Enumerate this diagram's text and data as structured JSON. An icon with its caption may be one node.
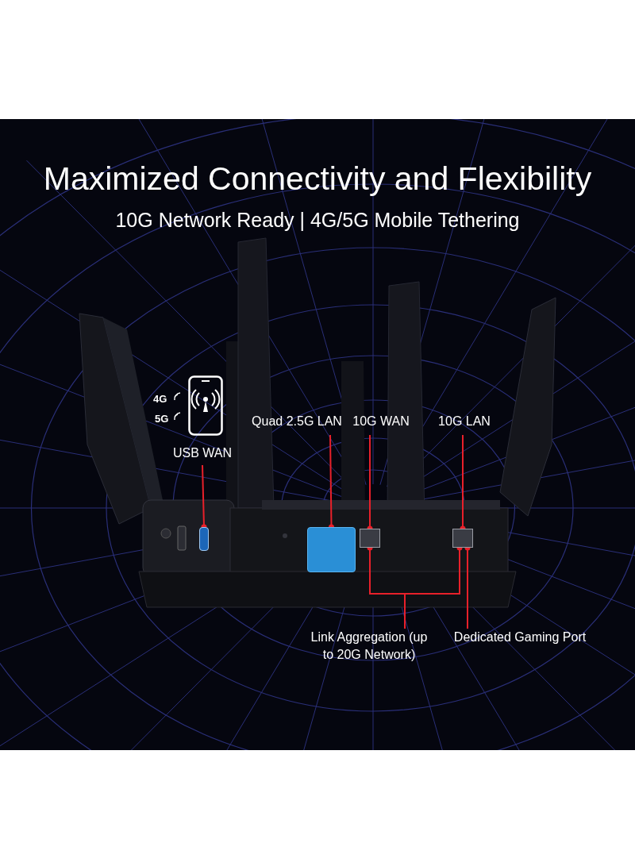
{
  "diagram": {
    "title": "Maximized Connectivity and Flexibility",
    "caption": "10G Network Ready | 4G/5G Mobile Tethering",
    "nodes": [
      {
        "text": [
          "USB WAN"
        ]
      },
      {
        "text": [],
        "shape": "box"
      },
      {
        "text": [
          "Quad 2.5G LAN"
        ]
      },
      {
        "text": [],
        "shape": "box"
      },
      {
        "text": [
          "10G WAN"
        ]
      },
      {
        "text": [],
        "shape": "box"
      },
      {
        "text": [
          "10G LAN"
        ]
      },
      {
        "text": [],
        "shape": "box"
      },
      {
        "text": [
          "Link Aggregation (up to 20G Network)"
        ]
      },
      {
        "text": [
          "Dedicated Gaming Port"
        ]
      }
    ],
    "edges": [
      {
        "from": 0,
        "to": 1,
        "arrow": "other"
      },
      {
        "from": 2,
        "to": 3,
        "arrow": "other"
      },
      {
        "from": 4,
        "to": 5,
        "arrow": "other"
      },
      {
        "from": 6,
        "to": 7,
        "arrow": "other"
      },
      {
        "from": 8,
        "to": 5,
        "arrow": "other"
      },
      {
        "from": 8,
        "to": 7,
        "arrow": "other"
      },
      {
        "from": 9,
        "to": 7,
        "arrow": "other"
      }
    ],
    "labels": [
      "4G",
      "5G"
    ]
  }
}
